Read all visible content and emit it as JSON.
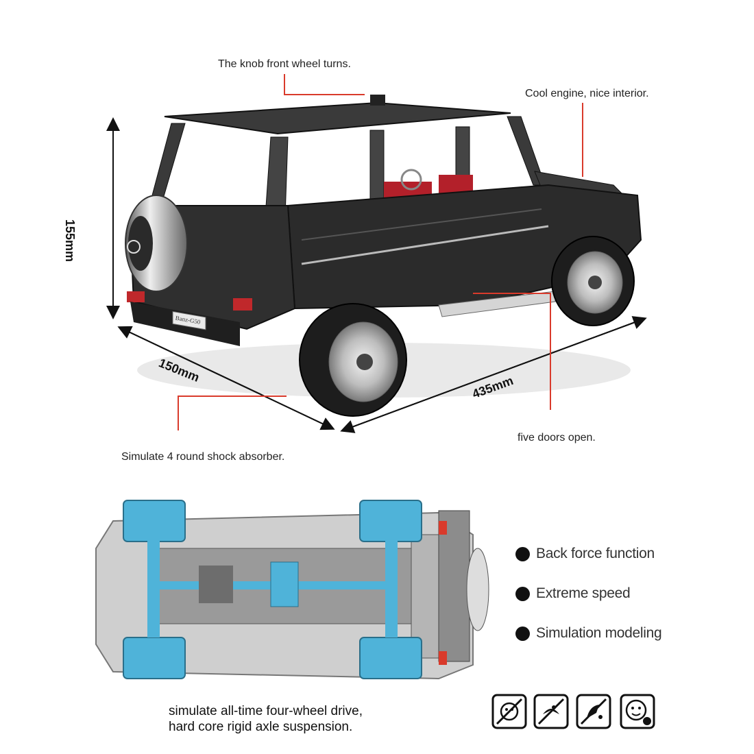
{
  "callouts": {
    "knob": "The knob front wheel turns.",
    "engine": "Cool engine, nice interior.",
    "doors": "five doors open.",
    "shock": "Simulate 4 round shock absorber."
  },
  "dimensions": {
    "height": "155mm",
    "width": "150mm",
    "length": "435mm"
  },
  "plate_text": "Banz-G50",
  "features": [
    "Back force function",
    "Extreme speed",
    "Simulation modeling"
  ],
  "caption": {
    "line1": "simulate all-time four-wheel drive,",
    "line2": "hard core rigid axle suspension."
  },
  "colors": {
    "accent_red": "#d93a2b",
    "body": "#2b2b2b",
    "chassis_blue": "#4fb3d9"
  },
  "icons": [
    "no-small-parts-icon",
    "no-mouth-icon",
    "no-swallow-icon",
    "age-warning-icon"
  ]
}
